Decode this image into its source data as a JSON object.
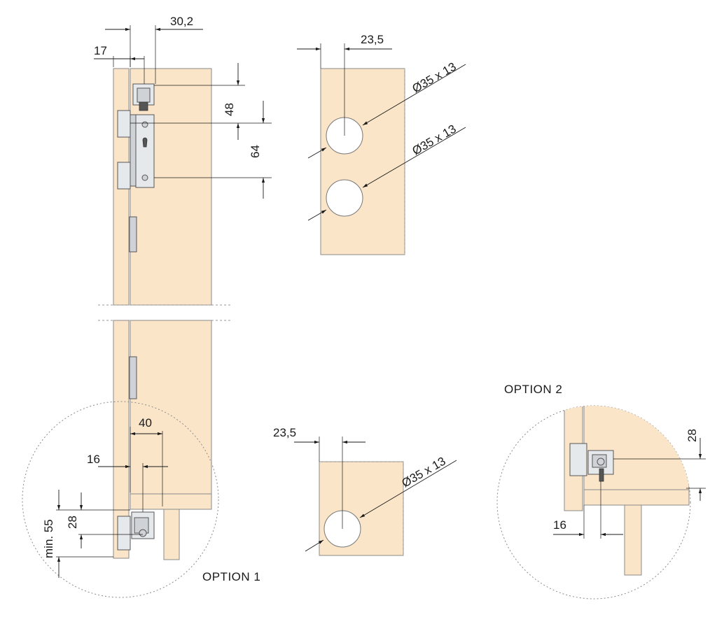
{
  "colors": {
    "wood": "#fbe5c8",
    "ink": "#1a1a1a",
    "metal": "#cfd3d8",
    "background": "#ffffff"
  },
  "labels": {
    "option1": "OPTION 1",
    "option2": "OPTION 2"
  },
  "dimensions": {
    "top_width": "30,2",
    "side_offset": "17",
    "vertical_48": "48",
    "vertical_64": "64",
    "hole_offset_top": "23,5",
    "bore_1": "Ø35 x 13",
    "bore_2": "Ø35 x 13",
    "bottom_40": "40",
    "bottom_16": "16",
    "bottom_min55": "min. 55",
    "bottom_28": "28",
    "hole_offset_bottom": "23,5",
    "bore_3": "Ø35 x 13",
    "opt2_28": "28",
    "opt2_16": "16"
  }
}
